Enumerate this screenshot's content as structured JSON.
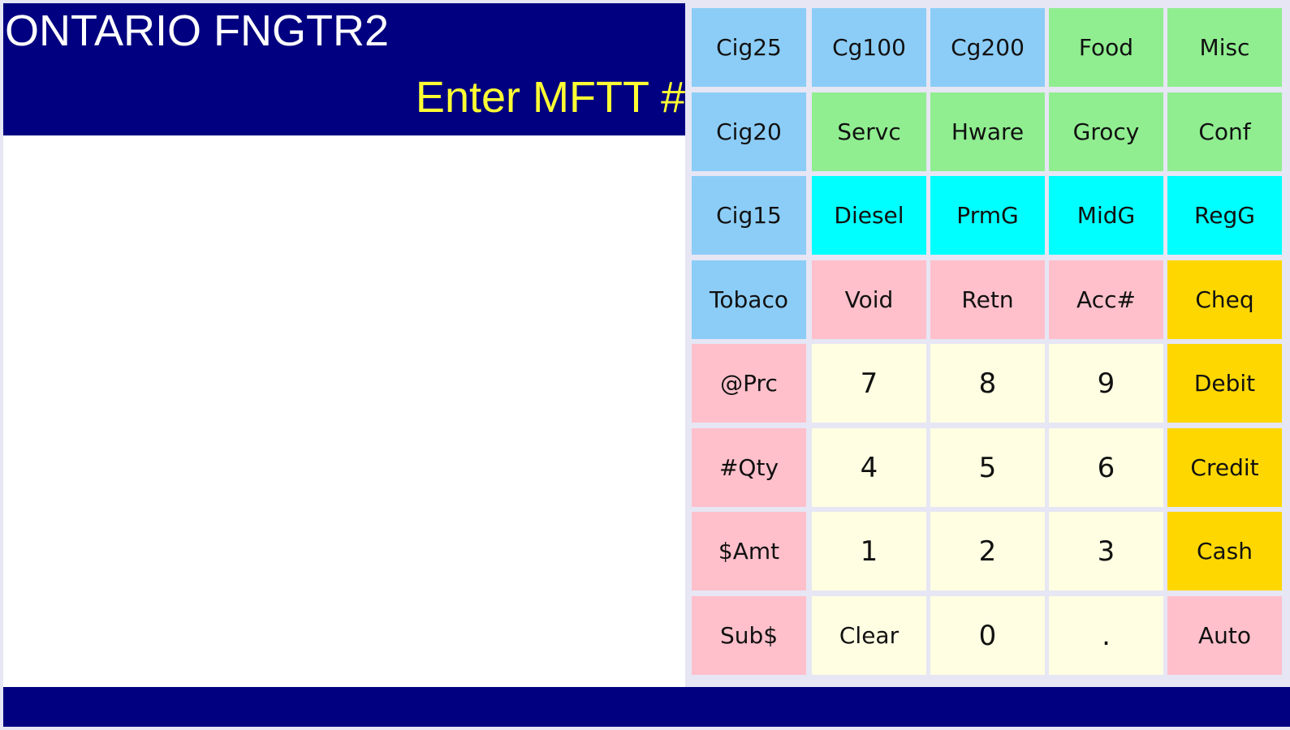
{
  "header": {
    "store_name": "ONTARIO FNGTR2",
    "prompt": "Enter MFTT #"
  },
  "colors": {
    "header_bg": "#000080",
    "prompt_text": "#ffff33",
    "cig_keys": "#8ccdf7",
    "dept_keys": "#90ee90",
    "fuel_keys": "#00ffff",
    "function_keys": "#ffc0cb",
    "tender_keys": "#ffd700",
    "number_keys": "#fffee2"
  },
  "keypad": {
    "rows": [
      [
        {
          "label": "Cig25",
          "color": "blue"
        },
        {
          "label": "Cg100",
          "color": "blue"
        },
        {
          "label": "Cg200",
          "color": "blue"
        },
        {
          "label": "Food",
          "color": "green"
        },
        {
          "label": "Misc",
          "color": "green"
        }
      ],
      [
        {
          "label": "Cig20",
          "color": "blue"
        },
        {
          "label": "Servc",
          "color": "green"
        },
        {
          "label": "Hware",
          "color": "green"
        },
        {
          "label": "Grocy",
          "color": "green"
        },
        {
          "label": "Conf",
          "color": "green"
        }
      ],
      [
        {
          "label": "Cig15",
          "color": "blue"
        },
        {
          "label": "Diesel",
          "color": "cyan"
        },
        {
          "label": "PrmG",
          "color": "cyan"
        },
        {
          "label": "MidG",
          "color": "cyan"
        },
        {
          "label": "RegG",
          "color": "cyan"
        }
      ],
      [
        {
          "label": "Tobaco",
          "color": "blue"
        },
        {
          "label": "Void",
          "color": "pink"
        },
        {
          "label": "Retn",
          "color": "pink"
        },
        {
          "label": "Acc#",
          "color": "pink"
        },
        {
          "label": "Cheq",
          "color": "gold"
        }
      ],
      [
        {
          "label": "@Prc",
          "color": "pink"
        },
        {
          "label": "7",
          "color": "cream"
        },
        {
          "label": "8",
          "color": "cream"
        },
        {
          "label": "9",
          "color": "cream"
        },
        {
          "label": "Debit",
          "color": "gold"
        }
      ],
      [
        {
          "label": "#Qty",
          "color": "pink"
        },
        {
          "label": "4",
          "color": "cream"
        },
        {
          "label": "5",
          "color": "cream"
        },
        {
          "label": "6",
          "color": "cream"
        },
        {
          "label": "Credit",
          "color": "gold"
        }
      ],
      [
        {
          "label": "$Amt",
          "color": "pink"
        },
        {
          "label": "1",
          "color": "cream"
        },
        {
          "label": "2",
          "color": "cream"
        },
        {
          "label": "3",
          "color": "cream"
        },
        {
          "label": "Cash",
          "color": "gold"
        }
      ],
      [
        {
          "label": "Sub$",
          "color": "pink"
        },
        {
          "label": "Clear",
          "color": "cream"
        },
        {
          "label": "0",
          "color": "cream"
        },
        {
          "label": ".",
          "color": "cream"
        },
        {
          "label": "Auto",
          "color": "pink"
        }
      ]
    ]
  }
}
